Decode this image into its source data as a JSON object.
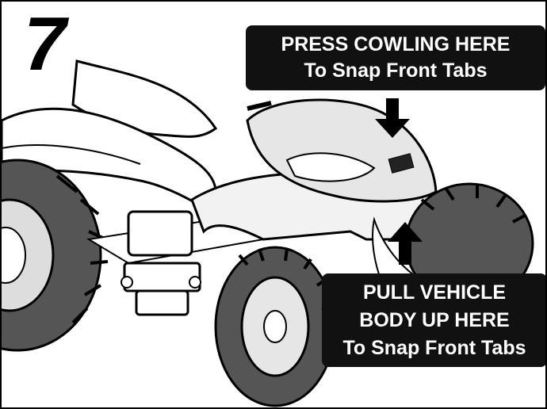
{
  "step_number": "7",
  "callouts": {
    "top": {
      "line1": "PRESS COWLING HERE",
      "line2": "To Snap Front Tabs"
    },
    "bottom": {
      "line1": "PULL VEHICLE",
      "line2": "BODY UP HERE",
      "line3": "To Snap Front Tabs"
    }
  },
  "colors": {
    "ink": "#000000",
    "callout_bg": "#111111",
    "body_fill": "#e6e6e6",
    "tire_fill": "#555555"
  },
  "icons": {
    "press_arrow": "arrow-down-icon",
    "pull_arrow": "arrow-up-icon"
  }
}
